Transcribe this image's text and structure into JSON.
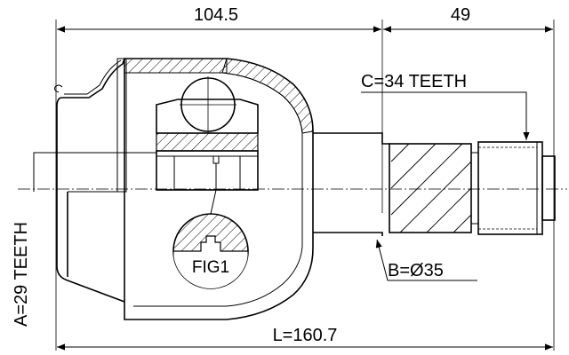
{
  "dimensions": {
    "top_left": "104.5",
    "top_right": "49",
    "outer_spline": "C=34 TEETH",
    "inner_spline": "A=29 TEETH",
    "shaft_diameter": "B=Ø35",
    "total_length": "L=160.7"
  },
  "figure_label": "FIG1"
}
